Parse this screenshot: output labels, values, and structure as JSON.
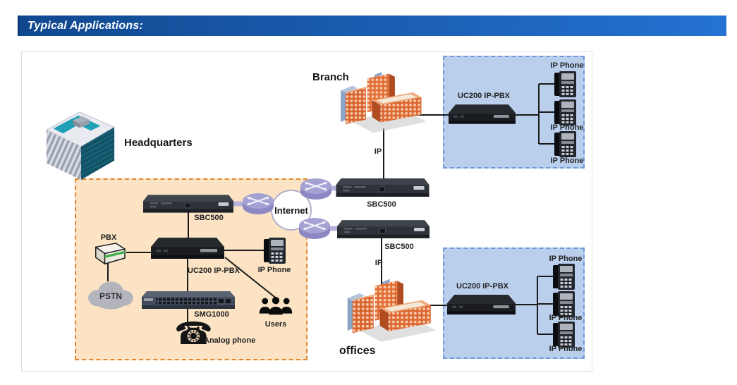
{
  "header": {
    "title": "Typical Applications:"
  },
  "zones": {
    "headquarters_label": "Headquarters",
    "branch_label": "Branch",
    "offices_label": "offices"
  },
  "network": {
    "internet_label": "Internet",
    "ip_link_label": "IP",
    "pstn_label": "PSTN"
  },
  "devices": {
    "sbc500": "SBC500",
    "uc200": "UC200 IP-PBX",
    "smg1000": "SMG1000",
    "pbx": "PBX"
  },
  "endpoints": {
    "ip_phone": "IP Phone",
    "analog_phone": "Analog phone",
    "users": "Users"
  },
  "colors": {
    "header_bar_start": "#10488f",
    "header_bar_end": "#2472d2",
    "hq_zone_fill": "#fbe3c4",
    "hq_zone_border": "#e0862f",
    "branch_zone_fill": "#b9cfec",
    "branch_zone_border": "#6d97d8",
    "router": "#a5a1d3",
    "wire": "#1a1a1a",
    "wan_link": "#b7b3de"
  }
}
